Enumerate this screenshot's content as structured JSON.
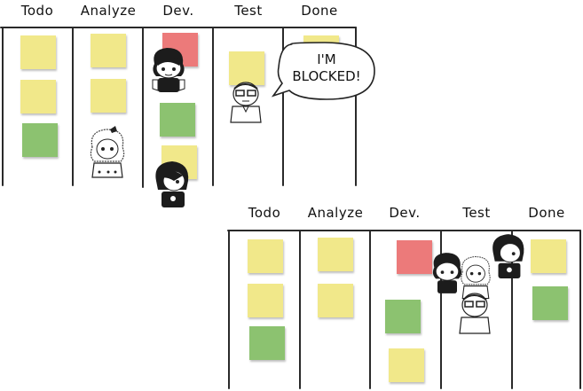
{
  "board_top": {
    "columns": [
      "Todo",
      "Analyze",
      "Dev.",
      "Test",
      "Done"
    ]
  },
  "board_bottom": {
    "columns": [
      "Todo",
      "Analyze",
      "Dev.",
      "Test",
      "Done"
    ]
  },
  "speech_bubble": {
    "line1": "I'M",
    "line2": "BLOCKED!"
  },
  "colors": {
    "yellow_note": "#f1e88a",
    "green_note": "#8cc270",
    "red_note": "#ec7a7a",
    "ink": "#2a2a2a"
  }
}
